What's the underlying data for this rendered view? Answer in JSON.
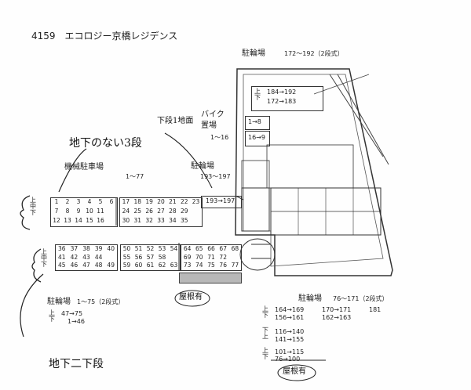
{
  "header": {
    "title": "4159　エコロジー京橋レジデンス"
  },
  "bike_top": {
    "label": "駐輪場",
    "range": "172〜192（2段式）",
    "upper": "184→192",
    "lower": "172→183"
  },
  "bike_mid": {
    "label": "駐輪場",
    "range": "193〜197",
    "cell": "193→197"
  },
  "motorbike": {
    "title": "バイク",
    "subtitle": "置場",
    "range": "1〜16",
    "cell_a": "1→8",
    "cell_b": "16→9"
  },
  "mech_parking": {
    "label": "機械駐車場",
    "range": "1〜77"
  },
  "bike_left": {
    "label": "駐輪場",
    "range": "1〜75（2段式）",
    "upper": "47→75",
    "lower": "1→46"
  },
  "bike_right": {
    "label": "駐輪場",
    "range": "76〜171（2段式）",
    "rows": [
      {
        "a": "164→169",
        "b": "170→171",
        "c": "181"
      },
      {
        "a": "156→161",
        "b": "162→163",
        "c": ""
      }
    ],
    "block2": [
      "116→140",
      "141→155"
    ],
    "block3": [
      "101→115",
      "76→100"
    ]
  },
  "stack": {
    "upper": "上",
    "middle": "中",
    "lower": "下"
  },
  "grid_a": [
    [
      1,
      2,
      3,
      4,
      5,
      6
    ],
    [
      7,
      8,
      9,
      10,
      11,
      ""
    ],
    [
      12,
      13,
      14,
      15,
      16,
      ""
    ]
  ],
  "grid_b": [
    [
      17,
      18,
      19,
      20,
      21,
      22,
      23
    ],
    [
      24,
      25,
      26,
      27,
      28,
      29,
      ""
    ],
    [
      30,
      31,
      32,
      33,
      34,
      35,
      ""
    ]
  ],
  "grid_c": [
    [
      36,
      37,
      38,
      39,
      40
    ],
    [
      41,
      42,
      43,
      44,
      ""
    ],
    [
      45,
      46,
      47,
      48,
      49
    ]
  ],
  "grid_d": [
    [
      50,
      51,
      52,
      53,
      54
    ],
    [
      55,
      56,
      57,
      58,
      ""
    ],
    [
      59,
      60,
      61,
      62,
      63
    ]
  ],
  "grid_e": [
    [
      64,
      65,
      66,
      67,
      68
    ],
    [
      69,
      70,
      71,
      72,
      ""
    ],
    [
      73,
      74,
      75,
      76,
      77
    ]
  ],
  "handwritten": {
    "no_level": "地下のない3段",
    "lower_bike": "下段1地面",
    "basement_lower": "地下二下段",
    "roof_a": "屋根有",
    "roof_b": "屋根有"
  }
}
